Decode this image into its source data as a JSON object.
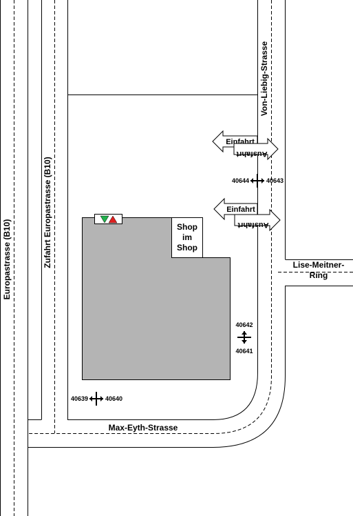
{
  "streets": {
    "europastrasse": "Europastrasse (B10)",
    "zufahrt": "Zufahrt Europastrasse (B10)",
    "von_liebig": "Von-Liebig-Strasse",
    "lise_meitner_line1": "Lise-Meitner-",
    "lise_meitner_line2": "Ring",
    "max_eyth": "Max-Eyth-Strasse"
  },
  "building": {
    "shop_line1": "Shop",
    "shop_line2": "im",
    "shop_line3": "Shop"
  },
  "entrances": {
    "upper": {
      "in_label": "Einfahrt",
      "out_label": "Ausfahrt"
    },
    "lower": {
      "in_label": "Einfahrt",
      "out_label": "Ausfahrt"
    }
  },
  "markers": {
    "top_left": "40644",
    "top_right": "40643",
    "mid_upper": "40642",
    "mid_lower": "40641",
    "bottom_left": "40639",
    "bottom_right": "40640"
  },
  "colors": {
    "building_fill": "#b4b4b4",
    "indicator_green": "#22b14c",
    "indicator_red": "#e02020"
  }
}
